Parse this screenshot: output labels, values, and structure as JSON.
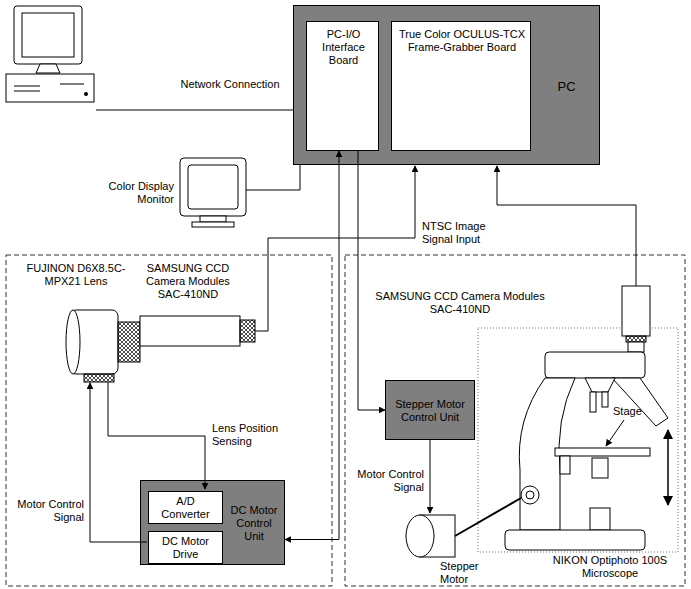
{
  "diagram": {
    "nodes": [
      {
        "text": [
          "PC"
        ]
      },
      {
        "text": [
          "PC-I/O Interface Board"
        ],
        "in": 0
      },
      {
        "text": [
          "True Color OCULUS-TCX Frame-Grabber Board"
        ],
        "in": 0
      },
      {
        "text": [
          "DC Motor Control Unit"
        ]
      },
      {
        "text": [
          "A/D Converter"
        ],
        "in": 3
      },
      {
        "text": [
          "DC Motor Drive"
        ],
        "in": 3
      },
      {
        "text": [
          "Stepper Motor Control Unit"
        ]
      }
    ],
    "edges": [
      {
        "from": 1,
        "to": 3,
        "arrow": "both"
      },
      {
        "from": 1,
        "to": 6,
        "arrow": "to"
      }
    ],
    "labels": [
      "Network Connection",
      "Color Display Monitor",
      "NTSC Image Signal Input",
      "FUJINON D6X8.5C-MPX21 Lens",
      "SAMSUNG CCD Camera Modules SAC-410ND",
      "Lens Position Sensing",
      "Motor Control Signal",
      "SAMSUNG CCD Camera Modules SAC-410ND",
      "Motor Control Signal",
      "Stepper Motor",
      "Stage",
      "NIKON Optiphoto 100S Microscope"
    ]
  }
}
